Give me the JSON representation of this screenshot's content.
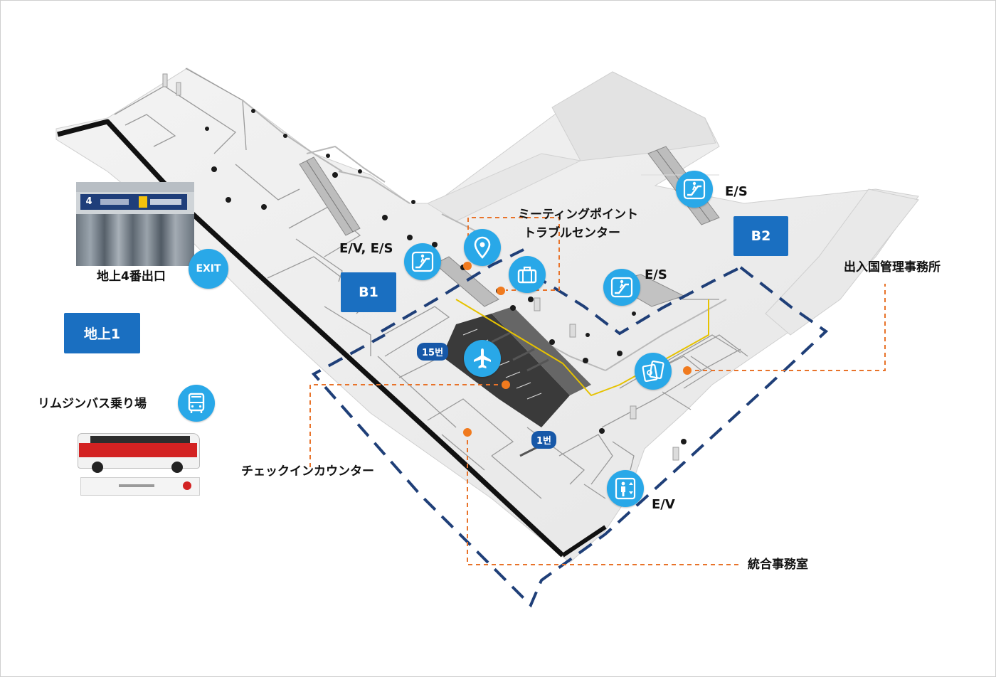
{
  "floors": {
    "ground": "地上1",
    "b1": "B1",
    "b2": "B2"
  },
  "labels": {
    "exit_4": "地上4番出口",
    "limousine": "リムジンバス乗り場",
    "checkin": "チェックインカウンター",
    "meeting_point_line1": "ミーティングポイント",
    "meeting_point_line2": "トラブルセンター",
    "immigration": "出入国管理事務所",
    "integrated_office": "統合事務室",
    "ev_es": "E/V, E/S",
    "es_upper": "E/S",
    "es_middle": "E/S",
    "ev_lower": "E/V"
  },
  "badges": {
    "exit": "EXIT",
    "counter_15": "15번",
    "counter_1": "1번"
  },
  "exit_photo": {
    "exit_number": "4"
  },
  "icons": {
    "escalator": "escalator-icon",
    "location": "location-pin-icon",
    "baggage": "baggage-icon",
    "airplane": "airplane-icon",
    "passport": "passport-icon",
    "elevator": "elevator-icon",
    "bus": "bus-icon"
  },
  "colors": {
    "floor_badge": "#1a6fc1",
    "icon_circle": "#29a8e8",
    "counter_pill": "#1758a8",
    "dashed_zone": "#1f3f78",
    "leader_line": "#e8732a",
    "marker_dot": "#f07a1e"
  }
}
